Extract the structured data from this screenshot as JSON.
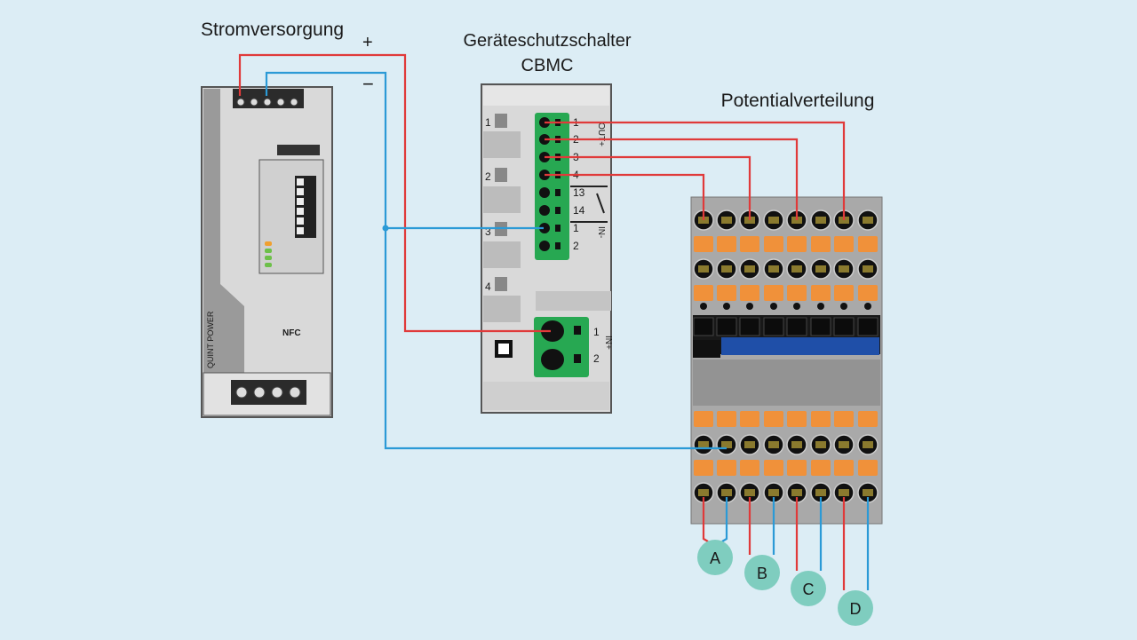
{
  "titles": {
    "power_supply": "Stromversorgung",
    "plus": "+",
    "minus": "−",
    "breaker_line1": "Geräteschutzschalter",
    "breaker_line2": "CBMC",
    "distribution": "Potentialverteilung"
  },
  "power_supply": {
    "brand_text": "QUINT POWER",
    "nfc": "NFC"
  },
  "breaker": {
    "channels": [
      "1",
      "2",
      "3",
      "4"
    ],
    "out_terminals": [
      "1",
      "2",
      "3",
      "4"
    ],
    "relay_terminals": [
      "13",
      "14"
    ],
    "in_minus_terminals": [
      "1",
      "2"
    ],
    "in_plus_terminals": [
      "1",
      "2"
    ],
    "out_label": "OUT+",
    "in_minus_label": "IN-",
    "in_plus_label": "IN+"
  },
  "outputs": [
    "A",
    "B",
    "C",
    "D"
  ],
  "colors": {
    "positive_wire": "#e03a3a",
    "negative_wire": "#2b9ad6",
    "terminal_green": "#27a852",
    "lever_orange": "#f0913a",
    "output_marker": "#7fcdbf",
    "background": "#dcedf5"
  }
}
